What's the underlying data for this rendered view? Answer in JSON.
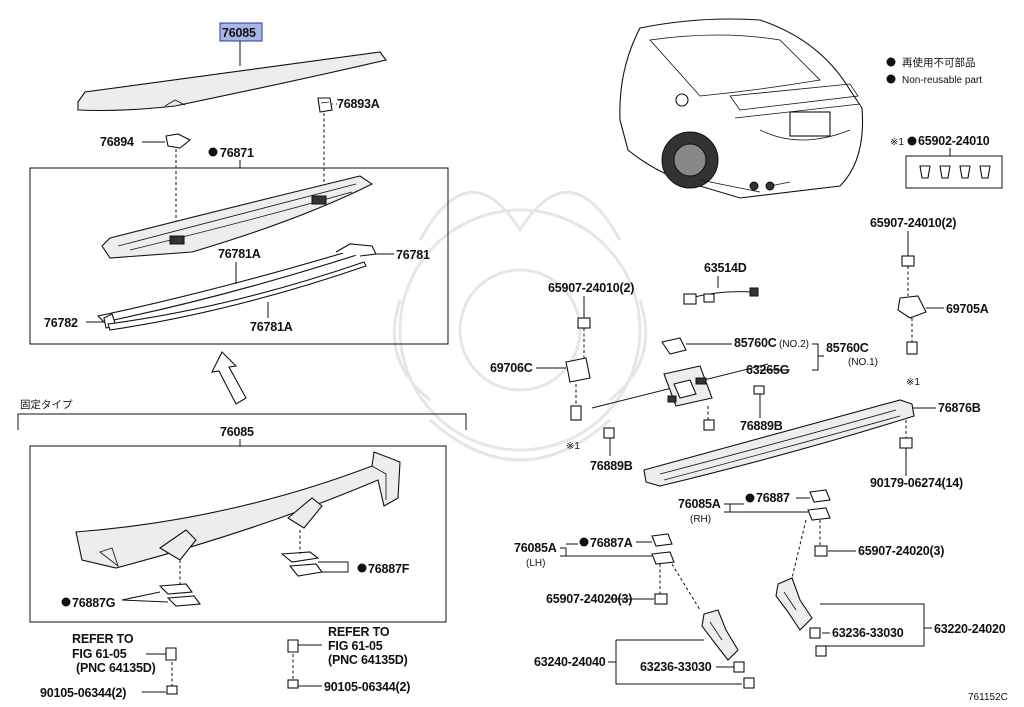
{
  "legend": {
    "jp": "再使用不可部品",
    "en": "Non-reusable part"
  },
  "fixed_type_label": "固定タイプ",
  "refer": {
    "line1": "REFER TO",
    "line2": "FIG 61-05",
    "line3": "(PNC 64135D)"
  },
  "diagram_code": "761152C",
  "parts": {
    "p76085_top": "76085",
    "p76893A": "76893A",
    "p76894": "76894",
    "p76871": "76871",
    "p76781A_a": "76781A",
    "p76781": "76781",
    "p76782": "76782",
    "p76781A_b": "76781A",
    "p76085_fixed": "76085",
    "p76887F": "76887F",
    "p76887G": "76887G",
    "p90105_l": "90105-06344(2)",
    "p90105_r": "90105-06344(2)",
    "p65902": "65902-24010",
    "p65907_r": "65907-24010(2)",
    "p69705A": "69705A",
    "p63514D": "63514D",
    "p65907_l": "65907-24010(2)",
    "p85760C_no2": "85760C",
    "no2": "(NO.2)",
    "p85760C": "85760C",
    "no1": "(NO.1)",
    "p63265G": "63265G",
    "p69706C": "69706C",
    "p76889B_r": "76889B",
    "p76889B_l": "76889B",
    "p76876B": "76876B",
    "p90179": "90179-06274(14)",
    "p76085A_rh": "76085A",
    "rh": "(RH)",
    "p76887_rh": "76887",
    "p65907_20_r": "65907-24020(3)",
    "p76085A_lh": "76085A",
    "lh": "(LH)",
    "p76887A": "76887A",
    "p65907_20_l": "65907-24020(3)",
    "p63236_r": "63236-33030",
    "p63220": "63220-24020",
    "p63240": "63240-24040",
    "p63236_l": "63236-33030",
    "ref1": "※1",
    "ref1_left": "※1",
    "ref1_right": "※1"
  }
}
